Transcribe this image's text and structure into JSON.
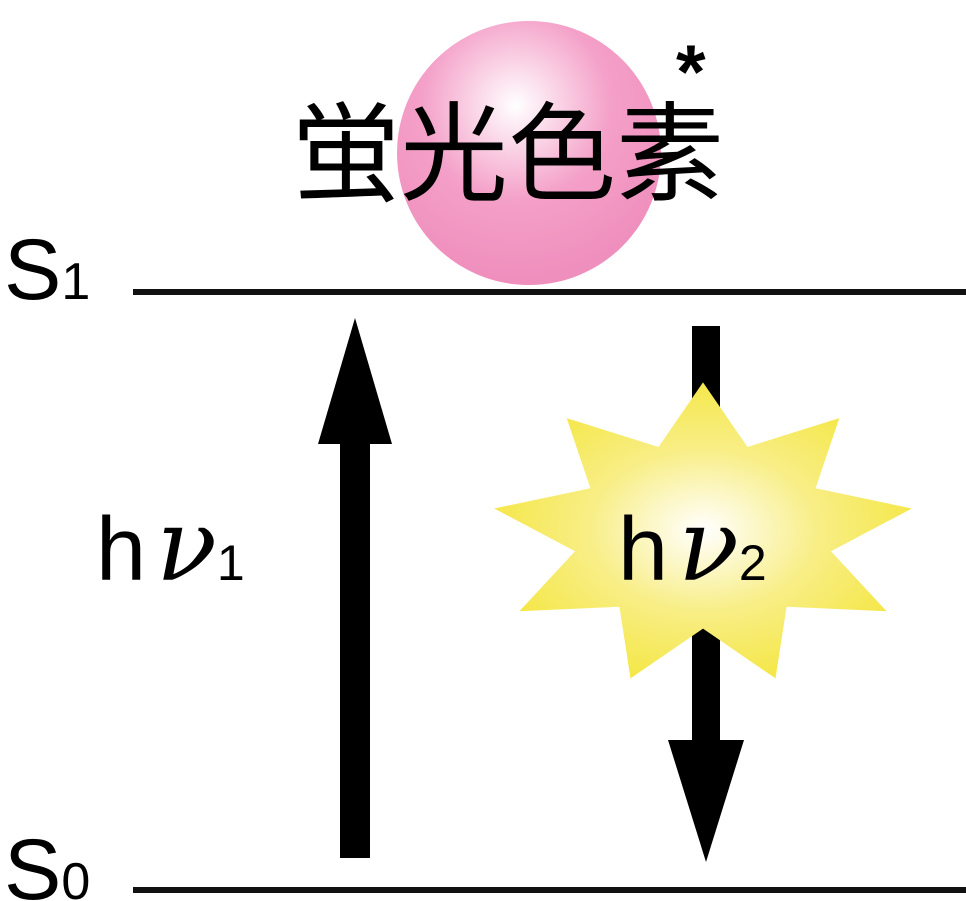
{
  "title": {
    "text": "蛍光色素",
    "excited_mark": "*"
  },
  "levels": {
    "s1": {
      "letter": "S",
      "subscript": "1"
    },
    "s0": {
      "letter": "S",
      "subscript": "0"
    }
  },
  "absorption": {
    "h": "h",
    "nu": "ν",
    "subscript": "1"
  },
  "emission": {
    "h": "h",
    "nu": "ν",
    "subscript": "2"
  },
  "colors": {
    "molecule_pink": "#f4a0c8",
    "molecule_highlight": "#ffffff",
    "burst_yellow": "#f4e640",
    "burst_highlight": "#ffffff",
    "ink": "#000000",
    "line": "#111111"
  }
}
